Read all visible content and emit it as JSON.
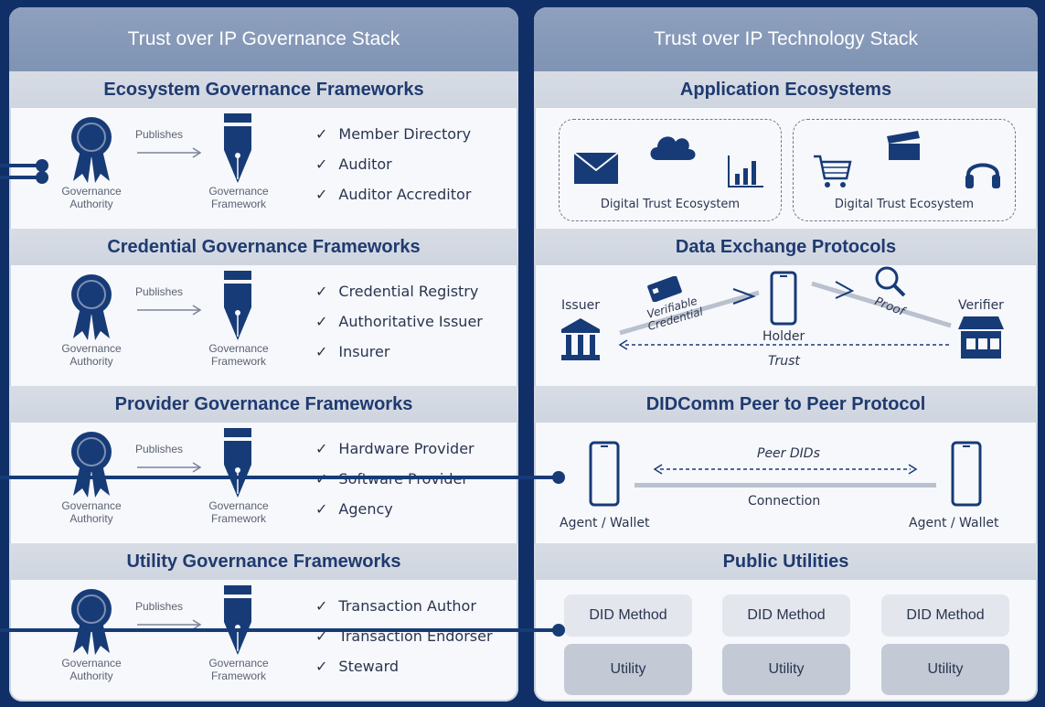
{
  "governance_stack": {
    "title": "Trust over IP Governance Stack",
    "sections": [
      {
        "title": "Ecosystem Governance Frameworks",
        "authority": "Governance Authority",
        "framework": "Governance Framework",
        "publishes": "Publishes",
        "items": [
          "Member Directory",
          "Auditor",
          "Auditor Accreditor"
        ]
      },
      {
        "title": "Credential Governance Frameworks",
        "authority": "Governance Authority",
        "framework": "Governance Framework",
        "publishes": "Publishes",
        "items": [
          "Credential Registry",
          "Authoritative Issuer",
          "Insurer"
        ]
      },
      {
        "title": "Provider Governance Frameworks",
        "authority": "Governance Authority",
        "framework": "Governance Framework",
        "publishes": "Publishes",
        "items": [
          "Hardware Provider",
          "Software Provider",
          "Agency"
        ]
      },
      {
        "title": "Utility Governance Frameworks",
        "authority": "Governance Authority",
        "framework": "Governance Framework",
        "publishes": "Publishes",
        "items": [
          "Transaction Author",
          "Transaction Endorser",
          "Steward"
        ]
      }
    ]
  },
  "technology_stack": {
    "title": "Trust over IP Technology Stack",
    "application": {
      "title": "Application Ecosystems",
      "eco_left": "Digital Trust Ecosystem",
      "eco_right": "Digital Trust Ecosystem"
    },
    "exchange": {
      "title": "Data Exchange Protocols",
      "issuer": "Issuer",
      "holder": "Holder",
      "verifier": "Verifier",
      "vc_line1": "Verifiable",
      "vc_line2": "Credential",
      "proof": "Proof",
      "trust": "Trust"
    },
    "didcomm": {
      "title": "DIDComm Peer to Peer Protocol",
      "peer_dids": "Peer DIDs",
      "connection": "Connection",
      "agent_left": "Agent / Wallet",
      "agent_right": "Agent / Wallet"
    },
    "utilities": {
      "title": "Public Utilities",
      "did_method": "DID Method",
      "utility": "Utility"
    }
  },
  "colors": {
    "navy": "#0f2f66",
    "band": "#d3d9e3",
    "header": "#8598b8"
  }
}
